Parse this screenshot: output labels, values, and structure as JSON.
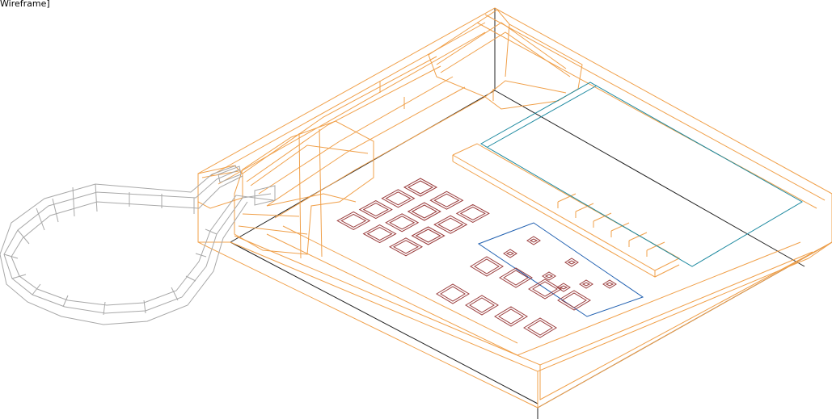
{
  "viewport": {
    "label": "Wireframe]",
    "mode": "wireframe",
    "subject": "desk-telephone-model"
  },
  "colors": {
    "background": "#ffffff",
    "body_edges": "#f0a04a",
    "cord_edges": "#a8a8a8",
    "axis_lines": "#222222",
    "display_outline": "#1e8aa0",
    "button_panel_outline": "#1f5fb0",
    "button_edges": "#9a3d3d"
  },
  "keypad": {
    "rows": 4,
    "columns": 3
  },
  "function_buttons": {
    "count": 8
  },
  "small_indicators": {
    "count": 7
  },
  "soft_keys": {
    "count": 6
  }
}
